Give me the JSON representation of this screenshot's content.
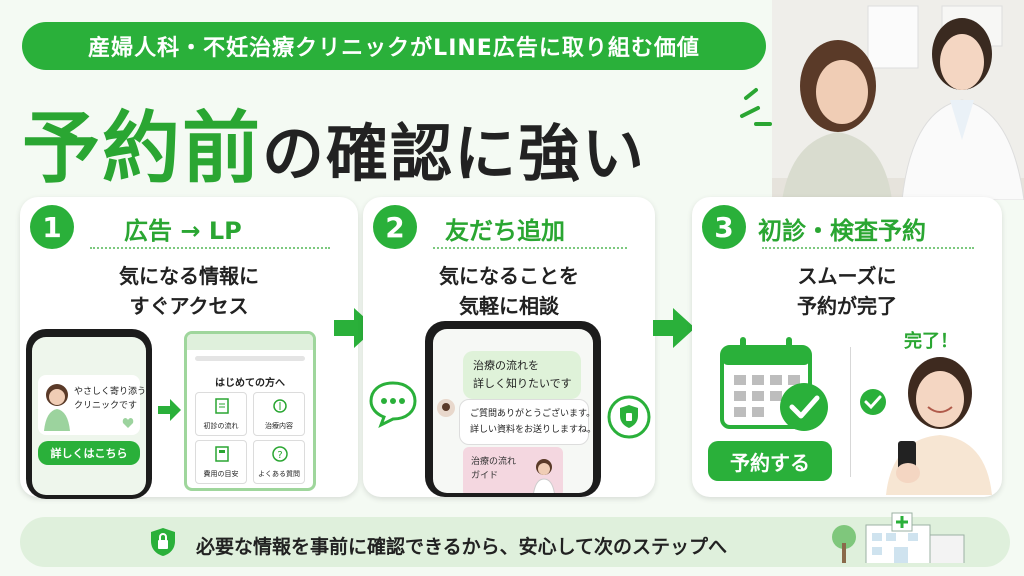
{
  "header": {
    "banner": "産婦人科・不妊治療クリニックがLINE広告に取り組む価値",
    "headline_big": "予約前",
    "headline_rest": "の確認に強い"
  },
  "steps": [
    {
      "num": "1",
      "title": "広告 → LP",
      "sub1": "気になる情報に",
      "sub2": "すぐアクセス",
      "ad_text": "やさしく寄り添う\nクリニックです",
      "ad_button": "詳しくはこちら",
      "lp_heading": "はじめての方へ",
      "lp_items": [
        "初診の流れ",
        "治療内容",
        "費用の目安",
        "よくある質問"
      ]
    },
    {
      "num": "2",
      "title": "友だち追加",
      "sub1": "気になることを",
      "sub2": "気軽に相談",
      "msg_user": "治療の流れを\n詳しく知りたいです",
      "msg_clinic": "ご質問ありがとうございます。\n詳しい資料をお送りしますね。",
      "guide_title": "治療の流れ\nガイド"
    },
    {
      "num": "3",
      "title": "初診・検査予約",
      "sub1": "スムーズに",
      "sub2": "予約が完了",
      "reserve_button": "予約する",
      "done": "完了！"
    }
  ],
  "footer": {
    "text": "必要な情報を事前に確認できるから、安心して次のステップへ"
  },
  "colors": {
    "primary": "#2ab03a",
    "light": "#dff0dc"
  }
}
